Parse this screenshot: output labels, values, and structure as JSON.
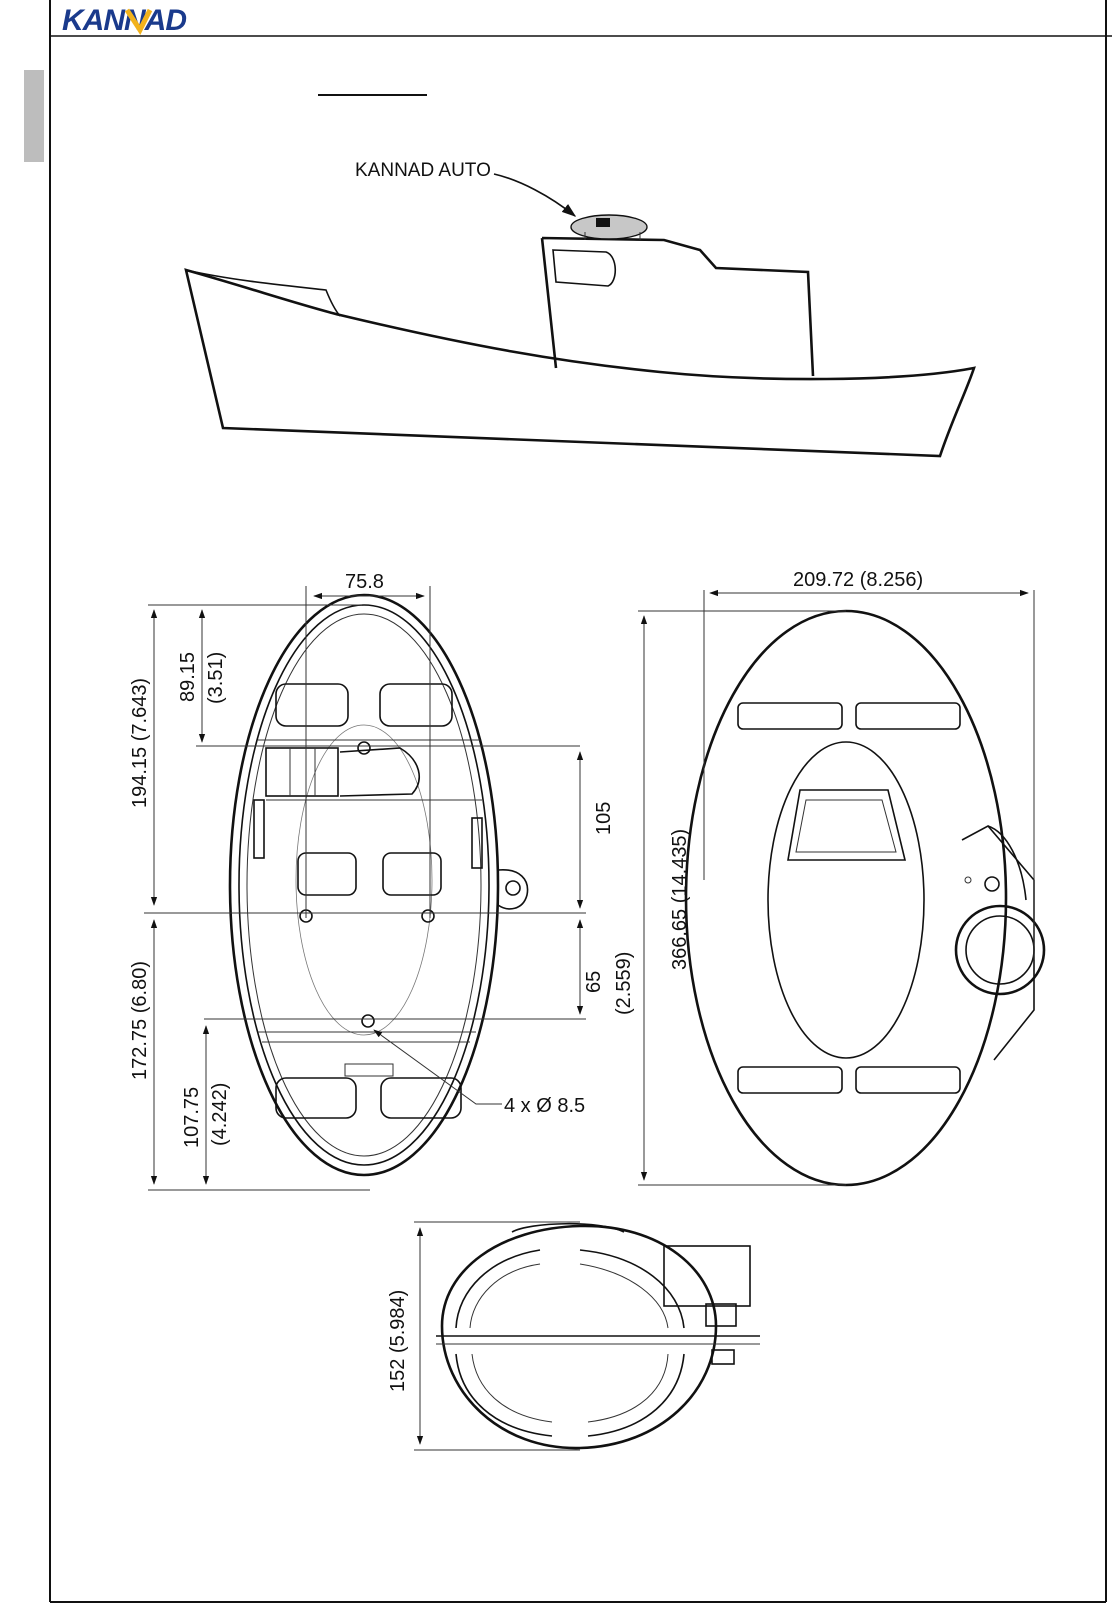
{
  "header": {
    "logo_text": "KANNAD",
    "brand_color_primary": "#1a3a8c",
    "brand_color_accent": "#f2b21c"
  },
  "side_tab": {
    "color": "#bdbdbd"
  },
  "boat_illustration": {
    "callout_label": "KANNAD AUTO"
  },
  "dimensions": {
    "front_width": "75.8",
    "top_to_center": "194.15 (7.643)",
    "top_to_hole_line_mm": "89.15",
    "top_to_hole_line_in": "(3.51)",
    "hole_spacing_upper": "105",
    "hole_spacing_lower_mm": "65",
    "hole_spacing_lower_in": "(2.559)",
    "center_to_bottom": "172.75 (6.80)",
    "bottom_to_hole_mm": "107.75",
    "bottom_to_hole_in": "(4.242)",
    "holes_label": "4 x Ø 8.5",
    "side_width": "209.72 (8.256)",
    "side_height": "366.65 (14.435)",
    "bottom_depth": "152 (5.984)"
  }
}
